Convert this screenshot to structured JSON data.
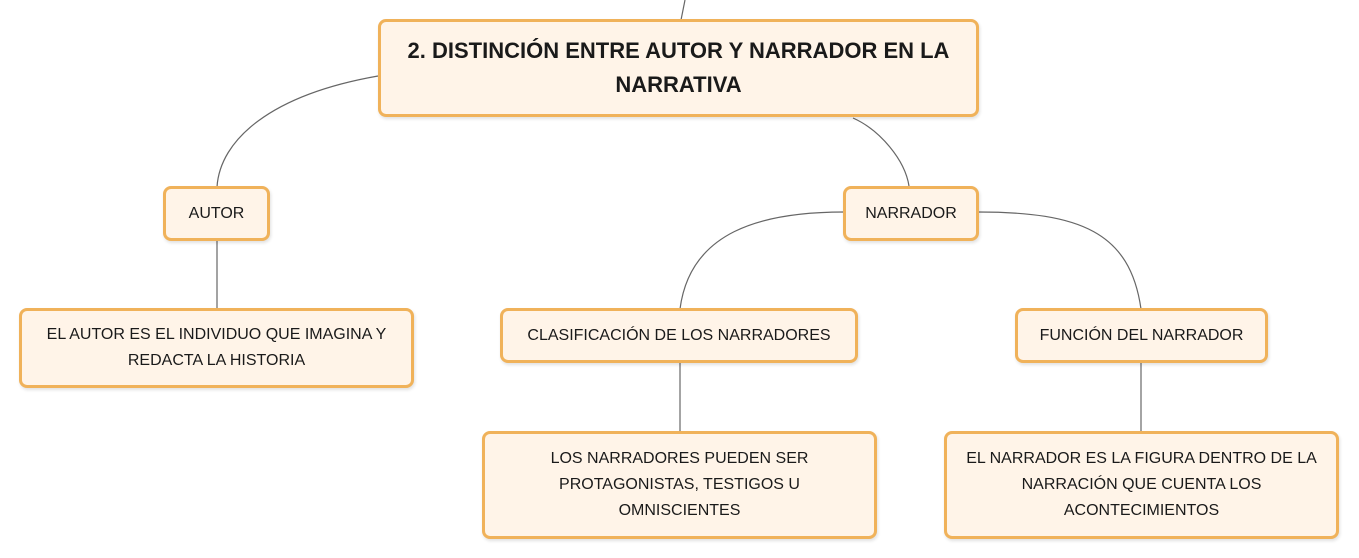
{
  "diagram": {
    "root": {
      "label": "2. DISTINCIÓN ENTRE AUTOR Y NARRADOR EN LA NARRATIVA"
    },
    "autor": {
      "label": "AUTOR",
      "description": "EL AUTOR ES EL INDIVIDUO QUE IMAGINA Y REDACTA LA HISTORIA"
    },
    "narrador": {
      "label": "NARRADOR",
      "clasificacion": {
        "label": "CLASIFICACIÓN DE LOS NARRADORES",
        "description": "LOS NARRADORES PUEDEN SER PROTAGONISTAS, TESTIGOS U OMNISCIENTES"
      },
      "funcion": {
        "label": "FUNCIÓN DEL NARRADOR",
        "description": "EL NARRADOR ES LA FIGURA DENTRO DE LA NARRACIÓN QUE CUENTA LOS ACONTECIMIENTOS"
      }
    }
  },
  "colors": {
    "node_fill": "#fff4e8",
    "node_border": "#f0b25a",
    "connector": "#666666"
  }
}
